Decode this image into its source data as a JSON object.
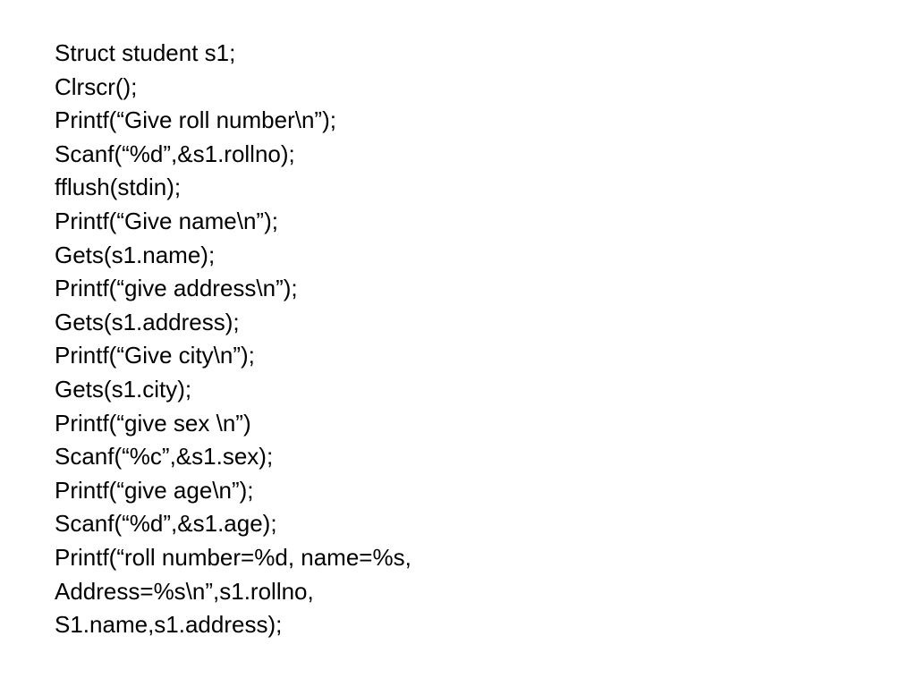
{
  "slide": {
    "lines": [
      "Struct student s1;",
      "Clrscr();",
      "Printf(“Give roll number\\n”);",
      "Scanf(“%d”,&s1.rollno);",
      "fflush(stdin);",
      "Printf(“Give name\\n”);",
      "Gets(s1.name);",
      "Printf(“give address\\n”);",
      "Gets(s1.address);",
      "Printf(“Give city\\n”);",
      "Gets(s1.city);",
      "Printf(“give sex \\n”)",
      "Scanf(“%c”,&s1.sex);",
      "Printf(“give age\\n”);",
      "Scanf(“%d”,&s1.age);",
      "Printf(“roll number=%d, name=%s,",
      "Address=%s\\n”,s1.rollno,",
      "S1.name,s1.address);"
    ]
  }
}
